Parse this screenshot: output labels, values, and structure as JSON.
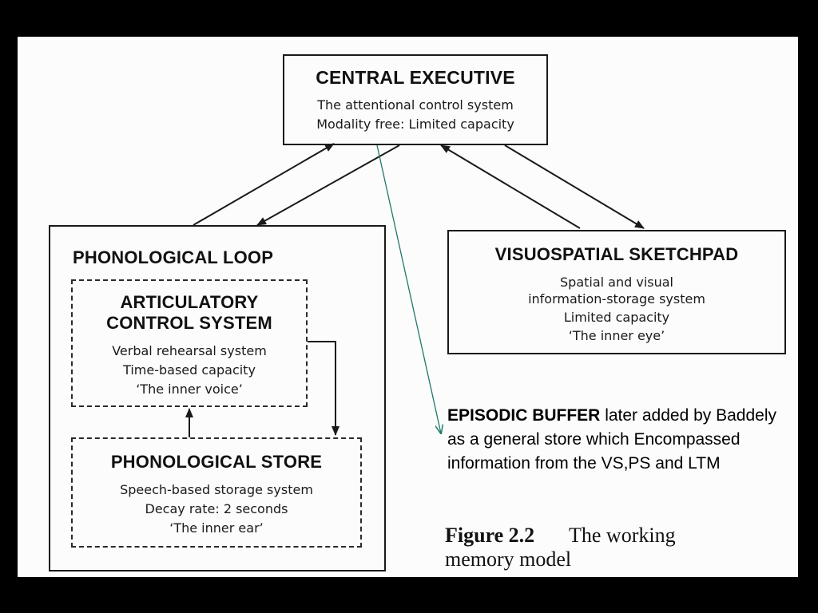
{
  "central_executive": {
    "title": "CENTRAL EXECUTIVE",
    "lines": [
      "The attentional control system",
      "Modality free: Limited capacity"
    ]
  },
  "phonological_loop": {
    "title": "PHONOLOGICAL LOOP",
    "articulatory": {
      "title_line1": "ARTICULATORY",
      "title_line2": "CONTROL SYSTEM",
      "lines": [
        "Verbal rehearsal system",
        "Time-based capacity",
        "‘The inner voice’"
      ]
    },
    "store": {
      "title": "PHONOLOGICAL STORE",
      "lines": [
        "Speech-based storage system",
        "Decay rate: 2 seconds",
        "‘The inner ear’"
      ]
    }
  },
  "visuospatial": {
    "title": "VISUOSPATIAL SKETCHPAD",
    "lines": [
      "Spatial and visual",
      "information-storage system",
      "Limited capacity",
      "‘The inner eye’"
    ]
  },
  "note": {
    "bold": "EPISODIC BUFFER",
    "text": " later added by Baddely as a general store which Encompassed information from the VS,PS and LTM"
  },
  "caption": {
    "figure": "Figure 2.2",
    "text": "The working memory model"
  },
  "colors": {
    "background": "#000000",
    "page": "#fcfcfc",
    "ink": "#1a1a1a",
    "pointer_line": "#1f7a6a"
  }
}
